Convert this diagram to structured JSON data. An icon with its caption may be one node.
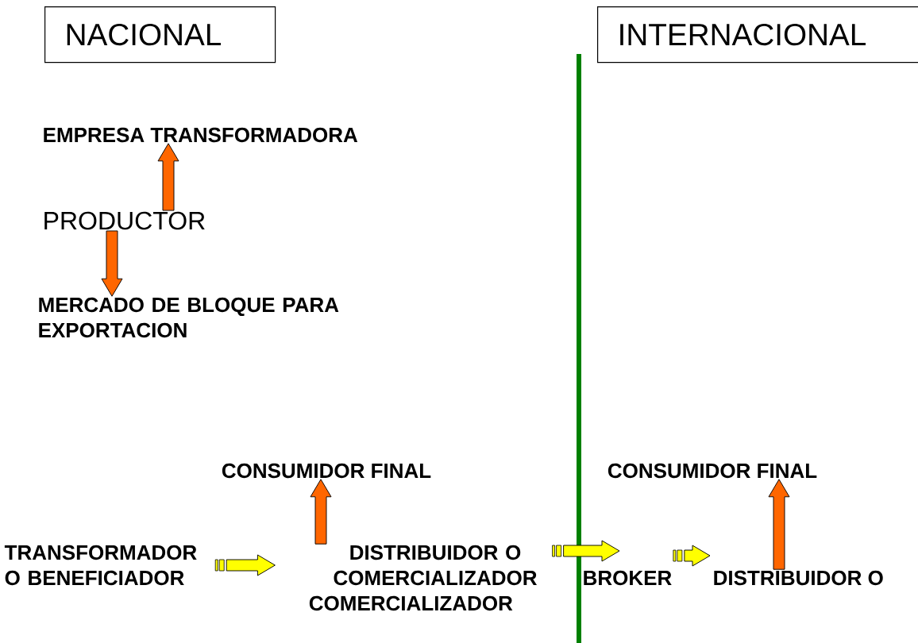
{
  "diagram": {
    "nodes": [
      {
        "text": [
          "NACIONAL"
        ]
      },
      {
        "text": [
          "INTERNACIONAL"
        ]
      },
      {
        "text": [
          "EMPRESA TRANSFORMADORA"
        ]
      },
      {
        "text": [
          "PRODUCTOR"
        ]
      },
      {
        "text": [
          "MERCADO DE BLOQUE PARA EXPORTACION"
        ]
      },
      {
        "text": [
          "CONSUMIDOR FINAL"
        ]
      },
      {
        "text": [
          "CONSUMIDOR FINAL"
        ]
      },
      {
        "text": [
          "TRANSFORMADOR O BENEFICIADOR"
        ]
      },
      {
        "text": [
          "DISTRIBUIDOR O COMERCIALIZADOR",
          "COMERCIALIZADOR"
        ]
      },
      {
        "text": [
          "BROKER"
        ]
      },
      {
        "text": [
          "DISTRIBUIDOR O"
        ]
      }
    ],
    "edges": [
      {
        "from": 3,
        "to": 2,
        "arrow": "to"
      },
      {
        "from": 3,
        "to": 4,
        "arrow": "to"
      },
      {
        "from": 7,
        "to": 8,
        "arrow": "to",
        "color": "#ffff00"
      },
      {
        "from": 8,
        "to": 5,
        "arrow": "to"
      },
      {
        "from": 8,
        "to": 9,
        "arrow": "to",
        "color": "#ffff00"
      },
      {
        "from": 9,
        "to": 10,
        "arrow": "to",
        "color": "#ffff00"
      },
      {
        "from": 10,
        "to": 6,
        "arrow": "to"
      }
    ]
  }
}
